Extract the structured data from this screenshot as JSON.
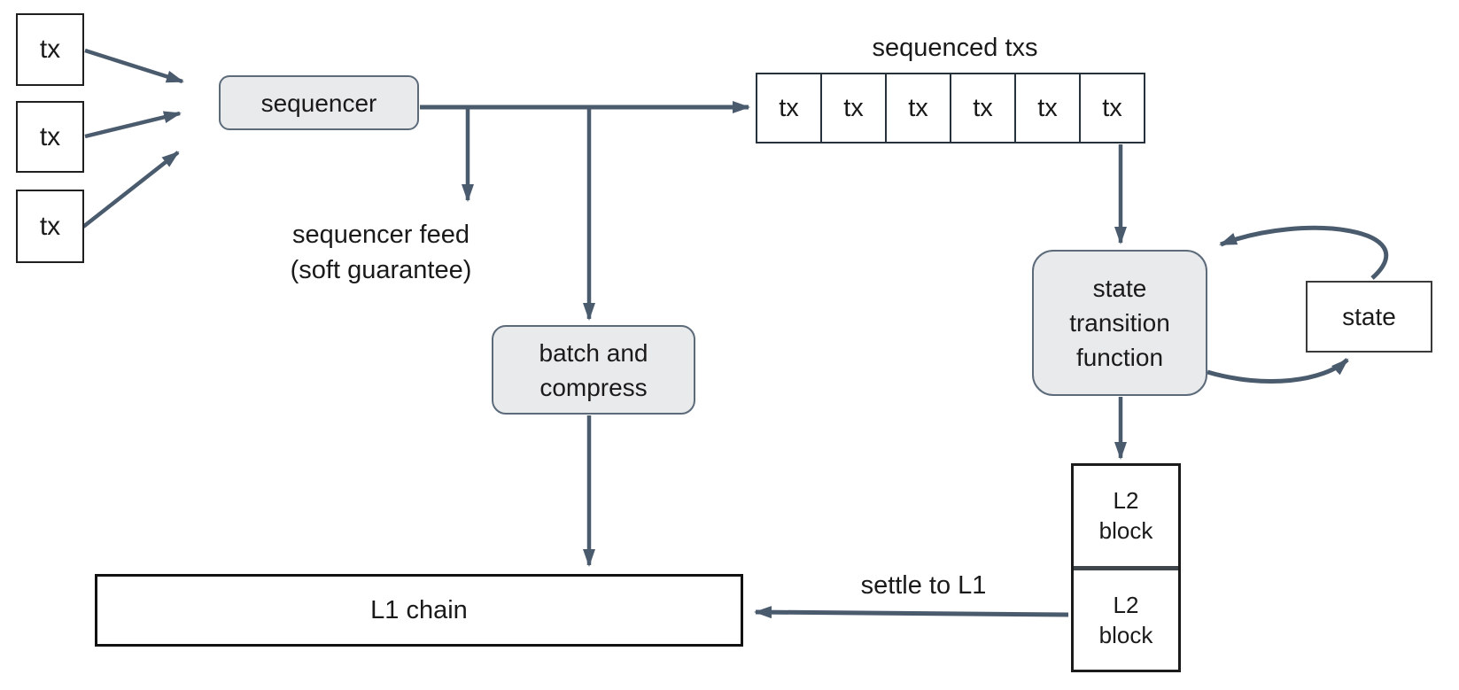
{
  "colors": {
    "arrow": "#4b5b6e",
    "box_fill": "#e9eaeb",
    "box_border": "#5c6a7a",
    "ink": "#1a1a1a"
  },
  "nodes": {
    "tx_inputs": [
      "tx",
      "tx",
      "tx"
    ],
    "sequencer": "sequencer",
    "sequenced_row": {
      "title": "sequenced txs",
      "items": [
        "tx",
        "tx",
        "tx",
        "tx",
        "tx",
        "tx"
      ]
    },
    "feed_note": "sequencer feed\n(soft guarantee)",
    "batch": "batch and\ncompress",
    "stf": "state\ntransition\nfunction",
    "state": "state",
    "l2_blocks": [
      "L2\nblock",
      "L2\nblock"
    ],
    "l1": "L1 chain",
    "settle": "settle to L1"
  },
  "edges": [
    {
      "from": "tx",
      "to": "sequencer"
    },
    {
      "from": "tx",
      "to": "sequencer"
    },
    {
      "from": "tx",
      "to": "sequencer"
    },
    {
      "from": "sequencer",
      "to": "sequenced txs"
    },
    {
      "from": "sequencer",
      "to": "sequencer feed (soft guarantee)"
    },
    {
      "from": "sequencer",
      "to": "batch and compress"
    },
    {
      "from": "batch and compress",
      "to": "L1 chain"
    },
    {
      "from": "sequenced txs",
      "to": "state transition function"
    },
    {
      "from": "state transition function",
      "to": "state"
    },
    {
      "from": "state",
      "to": "state transition function"
    },
    {
      "from": "state transition function",
      "to": "L2 block"
    },
    {
      "from": "L2 block",
      "to": "L1 chain",
      "label": "settle to L1"
    }
  ]
}
